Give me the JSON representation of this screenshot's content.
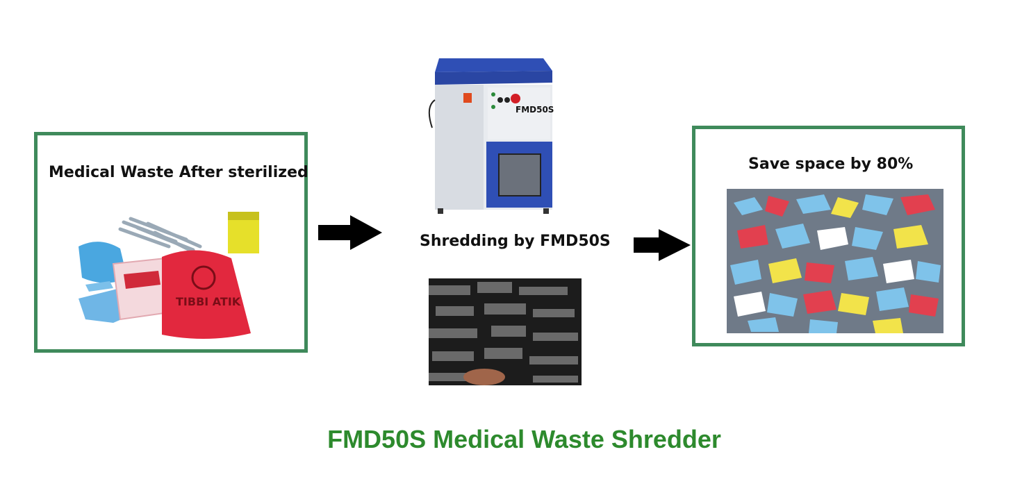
{
  "diagram": {
    "input_label": "Medical Waste After sterilized",
    "process_label": "Shredding by FMD50S",
    "output_label": "Save space by 80%",
    "title": "FMD50S Medical Waste Shredder",
    "machine_model_text": "FMD50S",
    "bag_text_top": "TIBBI ATIK"
  },
  "colors": {
    "box_border": "#3f8a5b",
    "title": "#2d8a2d",
    "machine_blue": "#2f4fb5"
  }
}
